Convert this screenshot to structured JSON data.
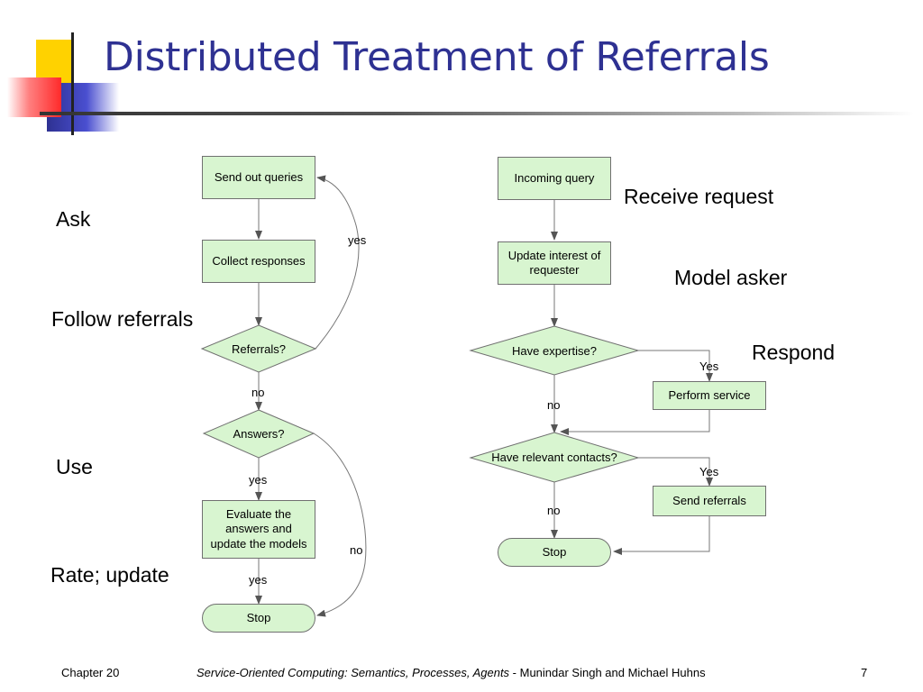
{
  "slide": {
    "title": "Distributed Treatment of Referrals",
    "accent_color": "#2e3192"
  },
  "left_flow": {
    "side_labels": [
      "Ask",
      "Follow referrals",
      "Use",
      "Rate; update"
    ],
    "nodes": {
      "send_queries": "Send out queries",
      "collect_responses": "Collect responses",
      "referrals_q": "Referrals?",
      "answers_q": "Answers?",
      "evaluate": "Evaluate the answers and update the models",
      "stop": "Stop"
    },
    "edge_labels": {
      "referrals_yes": "yes",
      "referrals_no": "no",
      "answers_yes": "yes",
      "answers_no": "no",
      "evaluate_yes": "yes"
    }
  },
  "right_flow": {
    "side_labels": [
      "Receive request",
      "Model asker",
      "Respond"
    ],
    "nodes": {
      "incoming_query": "Incoming query",
      "update_interest": "Update interest of requester",
      "have_expertise_q": "Have expertise?",
      "perform_service": "Perform service",
      "have_contacts_q": "Have relevant contacts?",
      "send_referrals": "Send referrals",
      "stop": "Stop"
    },
    "edge_labels": {
      "expertise_yes": "Yes",
      "expertise_no": "no",
      "contacts_yes": "Yes",
      "contacts_no": "no"
    }
  },
  "footer": {
    "chapter": "Chapter 20",
    "book_title": "Service-Oriented Computing: Semantics, Processes, Agents",
    "authors": " - Munindar Singh and Michael Huhns",
    "page_number": "7"
  },
  "node_fill_color": "#d8f5d0"
}
